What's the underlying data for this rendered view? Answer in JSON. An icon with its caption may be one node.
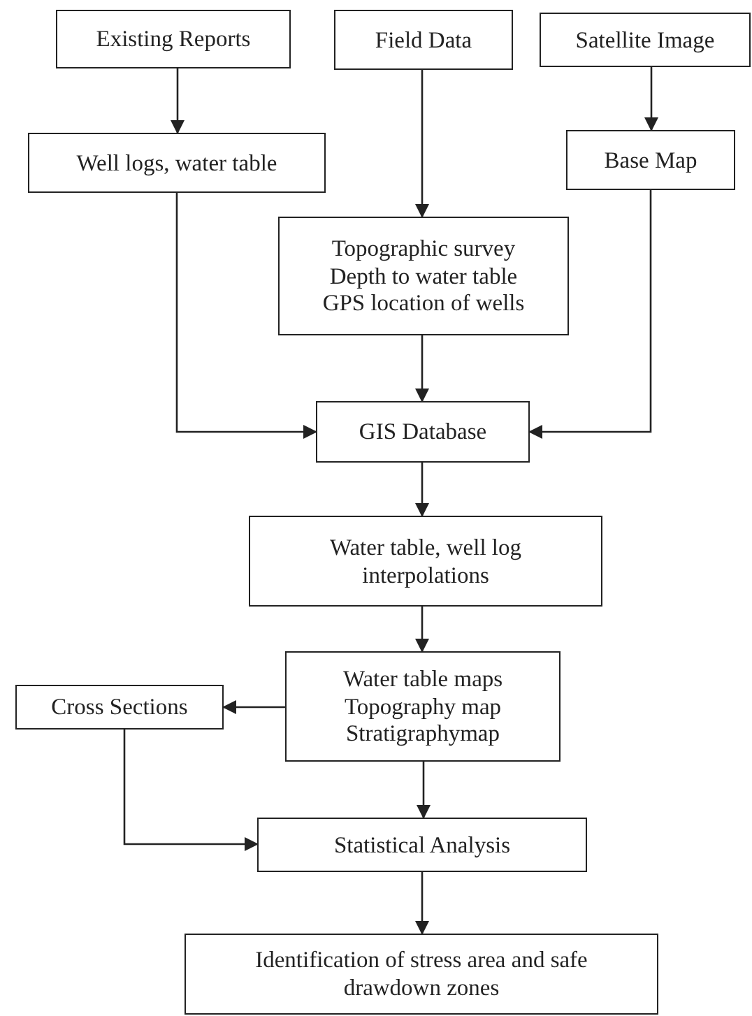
{
  "diagram": {
    "nodes": [
      {
        "text": [
          "Existing Reports"
        ]
      },
      {
        "text": [
          "Field Data"
        ]
      },
      {
        "text": [
          "Satellite Image"
        ]
      },
      {
        "text": [
          "Well logs, water table"
        ]
      },
      {
        "text": [
          "Base Map"
        ]
      },
      {
        "text": [
          "Topographic survey",
          "Depth to water table",
          "GPS location of wells"
        ]
      },
      {
        "text": [
          "GIS Database"
        ]
      },
      {
        "text": [
          "Water table, well log interpolations"
        ]
      },
      {
        "text": [
          "Water table maps",
          "Topography map",
          "Stratigraphymap"
        ]
      },
      {
        "text": [
          "Cross Sections"
        ]
      },
      {
        "text": [
          "Statistical Analysis"
        ]
      },
      {
        "text": [
          "Identification of stress area and safe drawdown zones"
        ]
      }
    ],
    "edges": [
      {
        "from": 0,
        "to": 3,
        "arrow": "to"
      },
      {
        "from": 1,
        "to": 5,
        "arrow": "to"
      },
      {
        "from": 2,
        "to": 4,
        "arrow": "to"
      },
      {
        "from": 3,
        "to": 6,
        "arrow": "to"
      },
      {
        "from": 5,
        "to": 6,
        "arrow": "to"
      },
      {
        "from": 4,
        "to": 6,
        "arrow": "to"
      },
      {
        "from": 6,
        "to": 7,
        "arrow": "to"
      },
      {
        "from": 7,
        "to": 8,
        "arrow": "to"
      },
      {
        "from": 8,
        "to": 9,
        "arrow": "to"
      },
      {
        "from": 8,
        "to": 10,
        "arrow": "to"
      },
      {
        "from": 9,
        "to": 10,
        "arrow": "to"
      },
      {
        "from": 10,
        "to": 11,
        "arrow": "to"
      }
    ]
  }
}
